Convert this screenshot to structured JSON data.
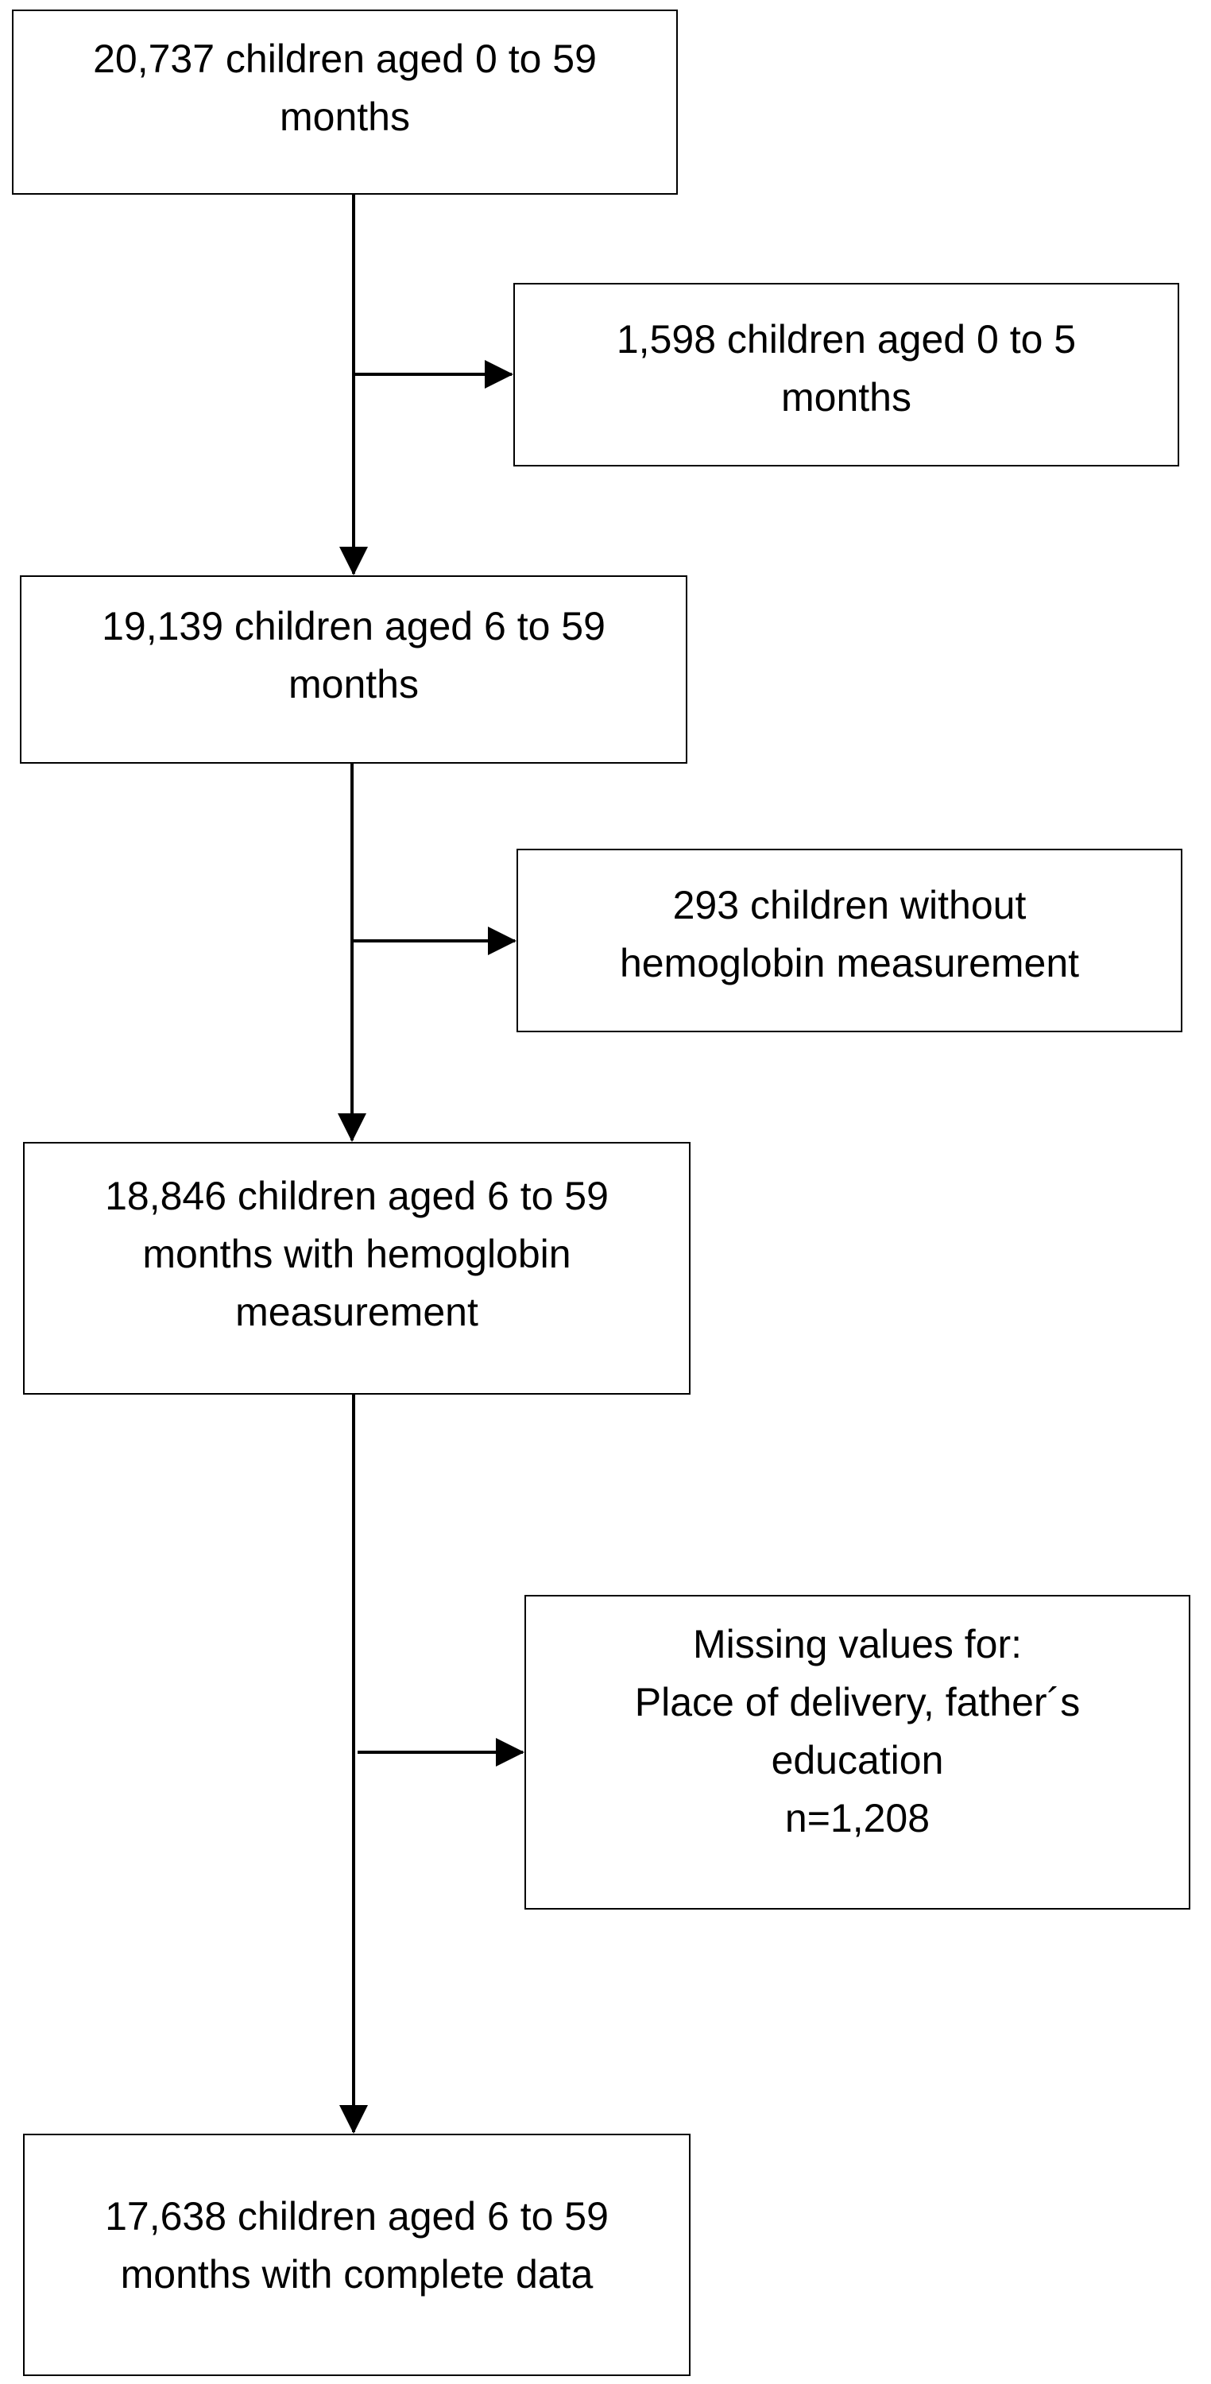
{
  "flowchart": {
    "steps": [
      {
        "id": "included-0-59",
        "text": "20,737 children aged 0 to 59\nmonths"
      },
      {
        "id": "included-6-59",
        "text": "19,139 children aged 6 to 59\nmonths"
      },
      {
        "id": "with-hemoglobin",
        "text": "18,846 children aged 6 to 59\nmonths with hemoglobin\nmeasurement"
      },
      {
        "id": "complete-data",
        "text": "17,638 children aged 6 to 59\nmonths with complete data"
      }
    ],
    "exclusions": [
      {
        "id": "excluded-0-5",
        "text": "1,598 children aged 0 to 5\nmonths"
      },
      {
        "id": "excluded-no-hemoglobin",
        "text": "293 children without\nhemoglobin measurement"
      },
      {
        "id": "excluded-missing",
        "text": "Missing values for:\nPlace of delivery, father´s\neducation\nn=1,208"
      }
    ]
  }
}
